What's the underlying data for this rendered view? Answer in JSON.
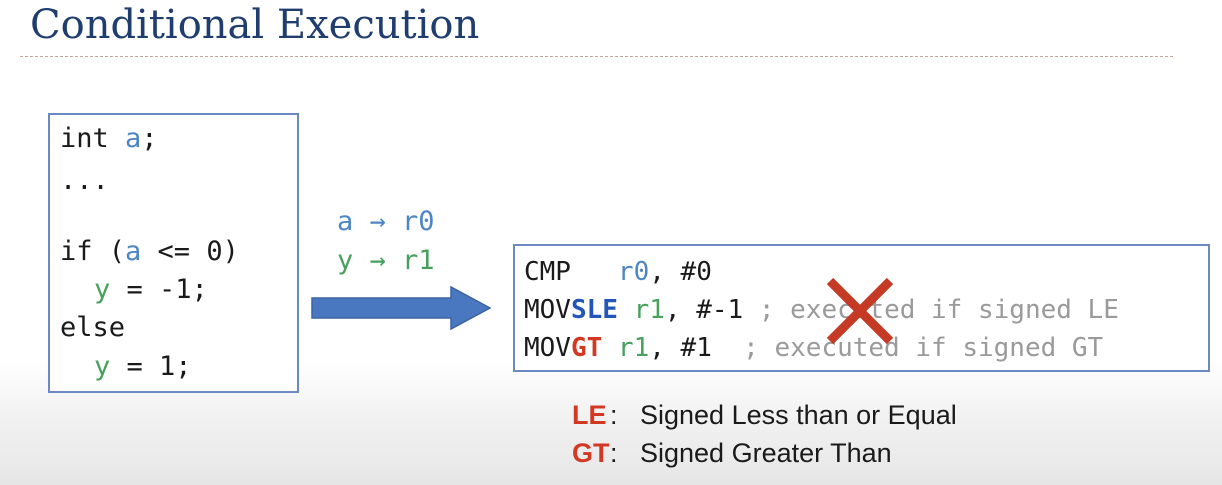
{
  "slide": {
    "title": "Conditional Execution"
  },
  "c_code": {
    "l1_kw": "int ",
    "l1_var": "a",
    "l1_end": ";",
    "l2": "...",
    "l3_start": "if (",
    "l3_var": "a",
    "l3_end": " <= 0)",
    "l4_var": "y",
    "l4_end": " = -1;",
    "l5": "else",
    "l6_var": "y",
    "l6_end": " = 1;"
  },
  "mapping": {
    "line1": "a → r0",
    "line2": "y → r1"
  },
  "assembly": {
    "l1_op": "CMP   ",
    "l1_reg": "r0",
    "l1_rest": ", #0",
    "l2_op": "MOV",
    "l2_cond": "SLE",
    "l2_reg": " r1",
    "l2_rest": ", #-1",
    "l2_comment": " ; executed if signed LE",
    "l3_op": "MOV",
    "l3_cond": "GT",
    "l3_reg": " r1",
    "l3_rest": ", #1",
    "l3_comment": "  ; executed if signed GT"
  },
  "legend": [
    {
      "abbr": "LE",
      "colon": ":",
      "desc": "Signed Less than or Equal"
    },
    {
      "abbr": "GT",
      "colon": ":",
      "desc": "Signed Greater Than"
    }
  ],
  "colors": {
    "title": "#1f3d6e",
    "box_border": "#6b8ac3",
    "arrow": "#4a78c0",
    "var_blue": "#4e86c4",
    "var_green": "#47a05c",
    "cond_blue": "#2356b8",
    "cond_red": "#d23822",
    "cross": "#c43a24",
    "comment": "#9a9a9a"
  },
  "icons": {
    "flow_arrow": "right-arrow-icon",
    "strike": "cross-mark-icon"
  }
}
